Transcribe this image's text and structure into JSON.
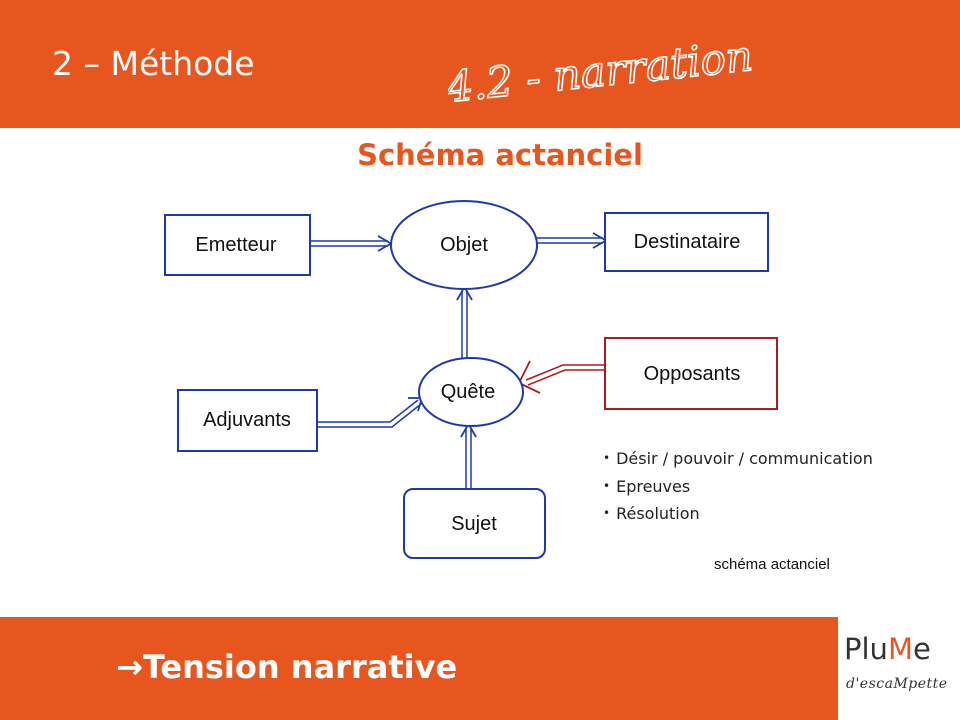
{
  "header": {
    "section_title": "2 – Méthode",
    "handwritten_note": "4.2 - narration"
  },
  "slide_title": "Schéma actanciel",
  "diagram": {
    "nodes": {
      "emetteur": "Emetteur",
      "objet": "Objet",
      "destinataire": "Destinataire",
      "opposants": "Opposants",
      "quete": "Quête",
      "adjuvants": "Adjuvants",
      "sujet": "Sujet"
    },
    "colors": {
      "primary": "#1f3aa8",
      "opposant": "#b01a1a",
      "accent": "#e8561f"
    }
  },
  "bullets": [
    "Désir / pouvoir / communication",
    "Epreuves",
    "Résolution"
  ],
  "caption": "schéma actanciel",
  "footer": {
    "tension_arrow": "→",
    "tension_text": "Tension narrative",
    "logo_plu": "Plu",
    "logo_m": "M",
    "logo_e": "e",
    "logo_sub": "d'escaMpette"
  }
}
